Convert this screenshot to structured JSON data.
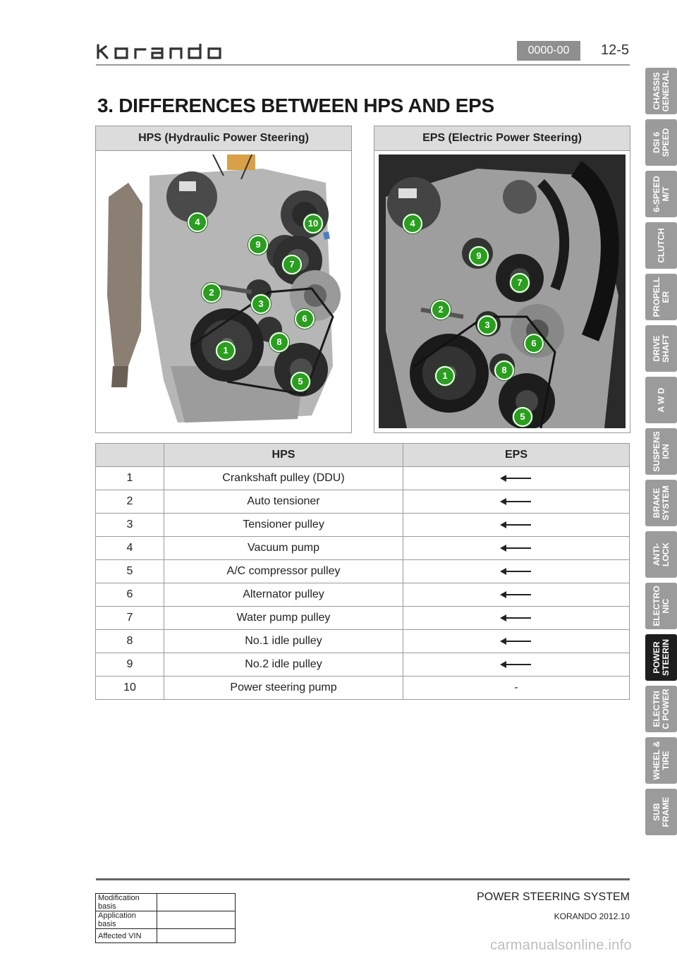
{
  "header": {
    "code": "0000-00",
    "page": "12-5"
  },
  "title": "3. DIFFERENCES BETWEEN HPS AND EPS",
  "panels": {
    "hps_title": "HPS (Hydraulic Power Steering)",
    "eps_title": "EPS (Electric Power Steering)",
    "hps_callouts": [
      "4",
      "10",
      "9",
      "7",
      "2",
      "3",
      "6",
      "1",
      "8",
      "5"
    ],
    "eps_callouts": [
      "4",
      "9",
      "7",
      "2",
      "3",
      "6",
      "1",
      "8",
      "5"
    ]
  },
  "table": {
    "headers": [
      "",
      "HPS",
      "EPS"
    ],
    "rows": [
      {
        "no": "1",
        "hps": "Crankshaft pulley (DDU)",
        "eps": "arrow"
      },
      {
        "no": "2",
        "hps": "Auto tensioner",
        "eps": "arrow"
      },
      {
        "no": "3",
        "hps": "Tensioner pulley",
        "eps": "arrow"
      },
      {
        "no": "4",
        "hps": "Vacuum pump",
        "eps": "arrow"
      },
      {
        "no": "5",
        "hps": "A/C compressor pulley",
        "eps": "arrow"
      },
      {
        "no": "6",
        "hps": "Alternator pulley",
        "eps": "arrow"
      },
      {
        "no": "7",
        "hps": "Water pump pulley",
        "eps": "arrow"
      },
      {
        "no": "8",
        "hps": "No.1 idle pulley",
        "eps": "arrow"
      },
      {
        "no": "9",
        "hps": "No.2 idle pulley",
        "eps": "arrow"
      },
      {
        "no": "10",
        "hps": "Power steering pump",
        "eps": "-"
      }
    ]
  },
  "tabs": [
    {
      "label": "CHASSIS\nGENERAL",
      "active": false
    },
    {
      "label": "DSI 6\nSPEED",
      "active": false
    },
    {
      "label": "6-SPEED\nM/T",
      "active": false
    },
    {
      "label": "CLUTCH",
      "active": false
    },
    {
      "label": "PROPELL\nER",
      "active": false
    },
    {
      "label": "DRIVE\nSHAFT",
      "active": false
    },
    {
      "label": "A W D",
      "active": false
    },
    {
      "label": "SUSPENS\nION",
      "active": false
    },
    {
      "label": "BRAKE\nSYSTEM",
      "active": false
    },
    {
      "label": "ANTI-\nLOCK",
      "active": false
    },
    {
      "label": "ELECTRO\nNIC",
      "active": false
    },
    {
      "label": "POWER\nSTEERIN",
      "active": true
    },
    {
      "label": "ELECTRI\nC POWER",
      "active": false
    },
    {
      "label": "WHEEL &\nTIRE",
      "active": false
    },
    {
      "label": "SUB\nFRAME",
      "active": false
    }
  ],
  "footer": {
    "modification_label": "Modification basis",
    "application_label": "Application basis",
    "vin_label": "Affected VIN",
    "system": "POWER STEERING SYSTEM",
    "model": "KORANDO 2012.10",
    "watermark": "carmanualsonline.info"
  },
  "colors": {
    "callout": "#2a9e1f",
    "tab": "#9b9b9b",
    "tab_active": "#1e1e1e",
    "header_bg": "#dcdcdc"
  }
}
